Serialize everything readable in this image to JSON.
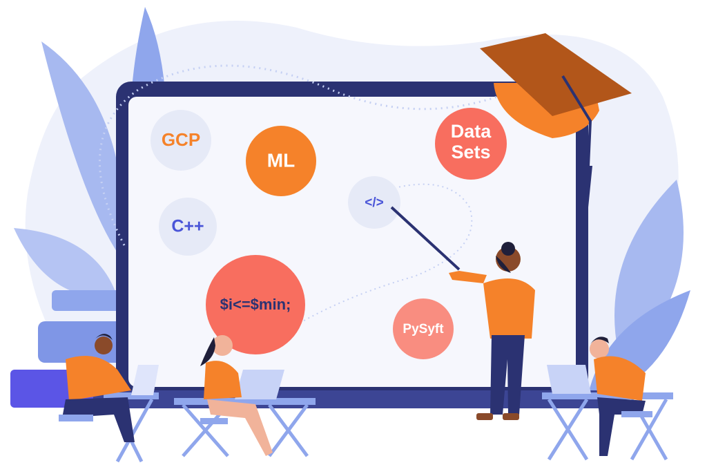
{
  "bubbles": {
    "gcp": "GCP",
    "ml": "ML",
    "datasets_line1": "Data",
    "datasets_line2": "Sets",
    "code": "</>",
    "cpp": "C++",
    "php": "$i<=$min;",
    "pysyft": "PySyft"
  },
  "colors": {
    "screen_frame": "#2b3272",
    "orange": "#f5822a",
    "coral": "#f86e5f",
    "light_bubble": "#e6eaf7",
    "leaf": "#a7b9f0",
    "cap": "#b2561a"
  }
}
